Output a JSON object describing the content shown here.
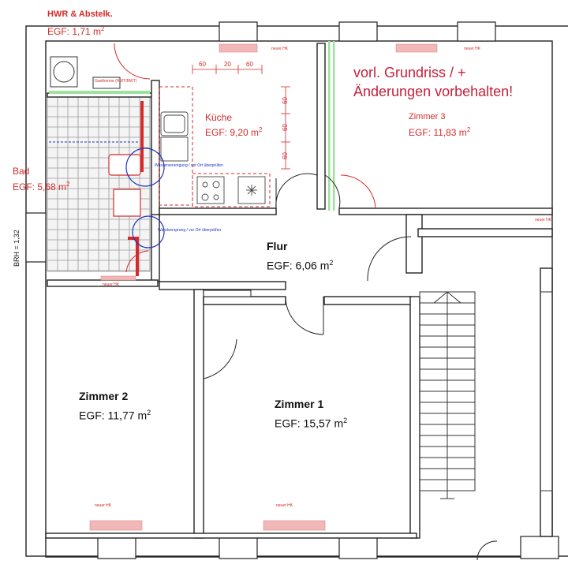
{
  "rooms": {
    "hwr": {
      "name": "HWR & Abstelk.",
      "area": "EGF:   1,71 m",
      "sup": "2"
    },
    "kueche": {
      "name": "Küche",
      "area": "EGF: 9,20 m",
      "sup": "2"
    },
    "zimmer3": {
      "name": "Zimmer 3",
      "area": "EGF: 11,83 m",
      "sup": "2"
    },
    "bad": {
      "name": "Bad",
      "area": "EGF: 5,68 m",
      "sup": "2"
    },
    "flur": {
      "name": "Flur",
      "area": "EGF: 6,06 m",
      "sup": "2"
    },
    "zimmer2": {
      "name": "Zimmer 2",
      "area": "EGF: 11,77 m",
      "sup": "2"
    },
    "zimmer1": {
      "name": "Zimmer 1",
      "area": "EGF: 15,57 m",
      "sup": "2"
    }
  },
  "notice": {
    "line1": "vorl. Grundriss / +",
    "line2": "Änderungen vorbehalten!"
  },
  "brh": "BRH = 1,32",
  "dimensions": {
    "horizontal": [
      "60",
      "20",
      "60"
    ],
    "vertical": [
      "60",
      "60",
      "60"
    ]
  },
  "annotations": {
    "gastherme": "Gastherme (HWT/BWT)",
    "wasser1": "Wasserversorgung / vor Ort überprüfen",
    "wasser2": "Wandversprung / vor Ort überprüfen",
    "neuer_hk": "neuer HK"
  },
  "colors": {
    "walls": "#222222",
    "labels": "#d62a2a",
    "notice": "#c4213a",
    "radiator": "#f2b8b8",
    "window_green": "#9ee29e",
    "annotation_blue": "#2233bb"
  }
}
